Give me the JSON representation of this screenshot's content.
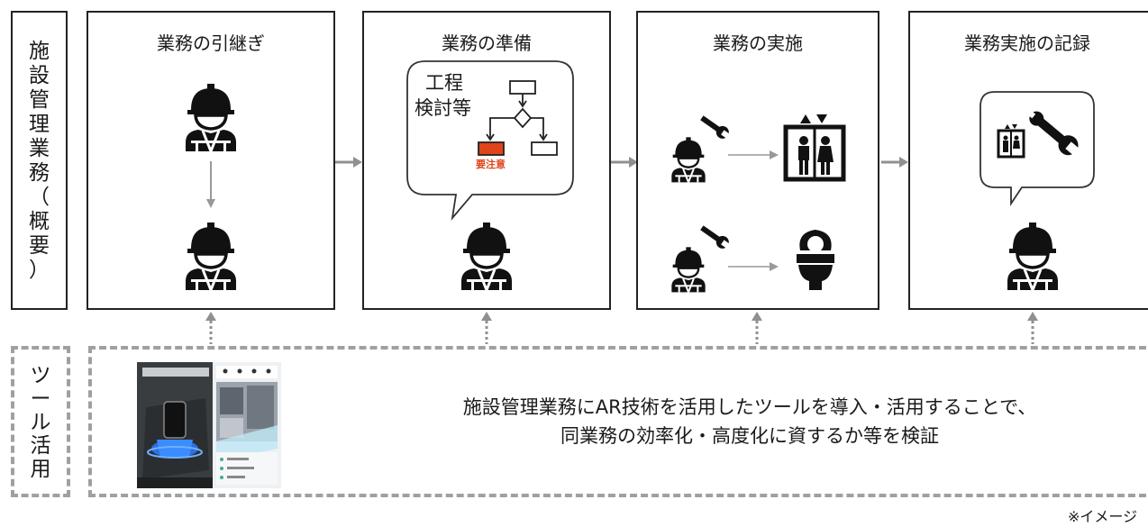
{
  "side_labels": {
    "work_overview": [
      "施",
      "設",
      "管",
      "理",
      "業",
      "務",
      "（",
      "概",
      "要",
      "）"
    ],
    "tool_usage": [
      "ツ",
      "ー",
      "ル",
      "活",
      "用"
    ]
  },
  "stages": [
    {
      "title": "業務の引継ぎ"
    },
    {
      "title": "業務の準備",
      "bubble_text_1": "工程",
      "bubble_text_2": "検討等",
      "caution_label": "要注意"
    },
    {
      "title": "業務の実施"
    },
    {
      "title": "業務実施の記録"
    }
  ],
  "tool_description": {
    "line1": "施設管理業務にAR技術を活用したツールを導入・活用することで、",
    "line2": "同業務の効率化・高度化に資するか等を検証"
  },
  "image_note": "※イメージ",
  "colors": {
    "caution": "#e0441a",
    "dash": "#a0a0a0",
    "arrow": "#909090"
  }
}
